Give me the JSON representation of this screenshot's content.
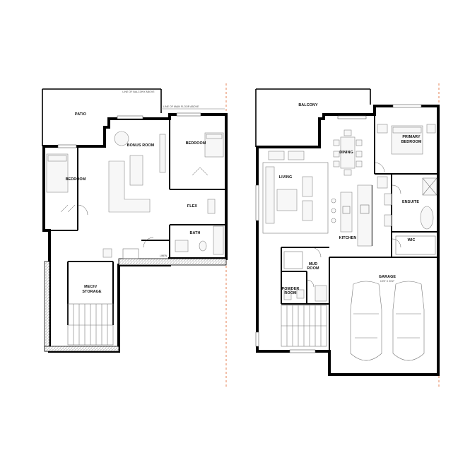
{
  "lower_level": {
    "rooms": {
      "patio": "PATIO",
      "bonus_room": "BONUS ROOM",
      "bedroom_right": "BEDROOM",
      "bedroom_left": "BEDROOM",
      "flex": "FLEX",
      "bath": "BATH",
      "mech_line1": "MECH/",
      "mech_line2": "STORAGE"
    },
    "notes": {
      "balcony_above": "LINE OF BALCONY ABOVE",
      "main_floor_above": "LINE OF MAIN FLOOR ABOVE",
      "linen": "LINEN"
    }
  },
  "main_level": {
    "rooms": {
      "balcony": "BALCONY",
      "dining": "DINING",
      "primary_line1": "PRIMARY",
      "primary_line2": "BEDROOM",
      "living": "LIVING",
      "ensuite": "ENSUITE",
      "wic": "WIC",
      "kitchen": "KITCHEN",
      "mud_line1": "MUD",
      "mud_line2": "ROOM",
      "powder_line1": "POWDER",
      "powder_line2": "ROOM",
      "garage": "GARAGE"
    },
    "notes": {
      "garage_size": "19'6\" X 20'2\""
    }
  }
}
